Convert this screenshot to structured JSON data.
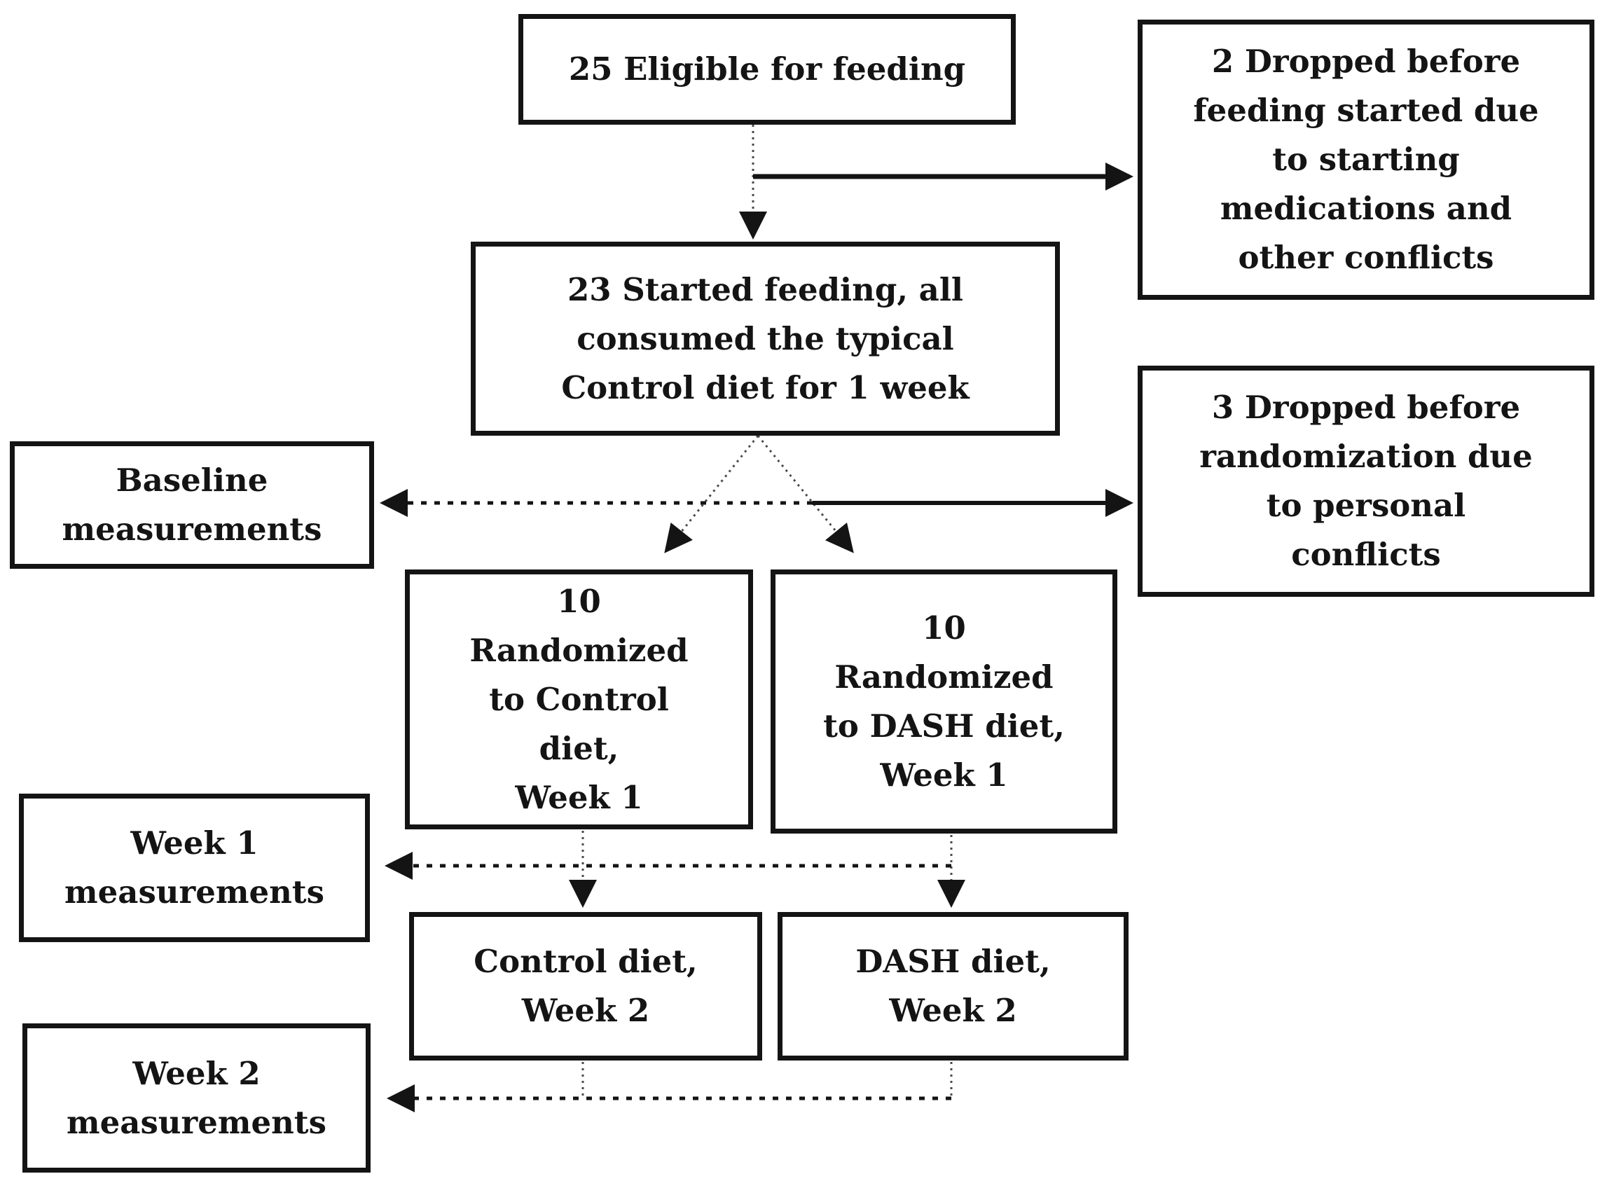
{
  "diagram": {
    "type": "flowchart",
    "colors": {
      "background": "#ffffff",
      "box_border": "#141414",
      "text": "#141414",
      "solid_line": "#141414",
      "dotted_line": "#4a4a4a"
    },
    "boxes": {
      "eligible": {
        "lines": [
          "25 Eligible for feeding"
        ]
      },
      "dropped_feeding": {
        "lines": [
          "2 Dropped before",
          "feeding started due",
          "to starting",
          "medications and",
          "other conflicts"
        ]
      },
      "started": {
        "lines": [
          "23 Started feeding, all",
          "consumed the typical",
          "Control diet for 1 week"
        ]
      },
      "baseline": {
        "lines": [
          "Baseline",
          "measurements"
        ]
      },
      "dropped_randomization": {
        "lines": [
          "3 Dropped before",
          "randomization due",
          "to personal",
          "conflicts"
        ]
      },
      "rand_control": {
        "lines": [
          "10",
          "Randomized",
          "to Control",
          "diet,",
          "Week 1"
        ]
      },
      "rand_dash": {
        "lines": [
          "10",
          "Randomized",
          "to DASH diet,",
          "Week 1"
        ]
      },
      "week1": {
        "lines": [
          "Week 1",
          "measurements"
        ]
      },
      "control_wk2": {
        "lines": [
          "Control diet,",
          "Week 2"
        ]
      },
      "dash_wk2": {
        "lines": [
          "DASH diet,",
          "Week 2"
        ]
      },
      "week2": {
        "lines": [
          "Week 2",
          "measurements"
        ]
      }
    }
  }
}
